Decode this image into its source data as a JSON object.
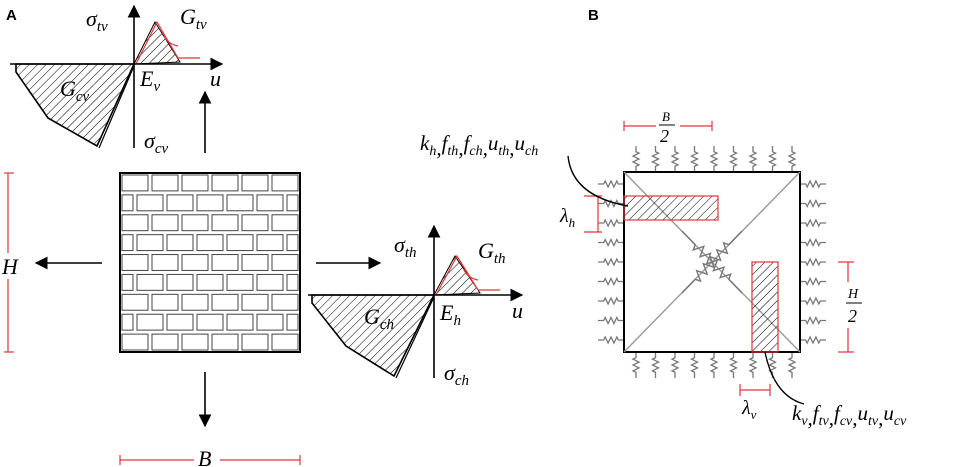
{
  "panels": {
    "a": "A",
    "b": "B"
  },
  "panel_a": {
    "top_curve": {
      "axis_up": "σ",
      "axis_up_sub": "tv",
      "axis_down": "σ",
      "axis_down_sub": "cv",
      "energy_t": "G",
      "energy_t_sub": "tv",
      "energy_c": "G",
      "energy_c_sub": "cv",
      "modulus": "E",
      "modulus_sub": "v",
      "x_axis": "u"
    },
    "right_curve": {
      "axis_up": "σ",
      "axis_up_sub": "th",
      "axis_down": "σ",
      "axis_down_sub": "ch",
      "energy_t": "G",
      "energy_t_sub": "th",
      "energy_c": "G",
      "energy_c_sub": "ch",
      "modulus": "E",
      "modulus_sub": "h",
      "x_axis": "u"
    },
    "height_label": "H",
    "width_label": "B"
  },
  "panel_b": {
    "half_width_num": "B",
    "half_width_den": "2",
    "half_height_num": "H",
    "half_height_den": "2",
    "lambda_h": "λ",
    "lambda_h_sub": "h",
    "lambda_v": "λ",
    "lambda_v_sub": "v",
    "params_h": [
      {
        "sym": "k",
        "sub": "h"
      },
      {
        "sym": "f",
        "sub": "th"
      },
      {
        "sym": "f",
        "sub": "ch"
      },
      {
        "sym": "u",
        "sub": "th"
      },
      {
        "sym": "u",
        "sub": "ch"
      }
    ],
    "params_v": [
      {
        "sym": "k",
        "sub": "v"
      },
      {
        "sym": "f",
        "sub": "tv"
      },
      {
        "sym": "f",
        "sub": "cv"
      },
      {
        "sym": "u",
        "sub": "tv"
      },
      {
        "sym": "u",
        "sub": "cv"
      }
    ]
  },
  "colors": {
    "ink": "#000000",
    "accent": "#e0353a",
    "spring": "#777777",
    "brick": "#444444"
  }
}
